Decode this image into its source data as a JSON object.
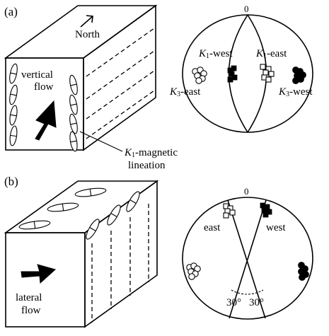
{
  "panel_a": {
    "label": "(a)",
    "north_label": "North",
    "flow_label_line1": "vertical",
    "flow_label_line2": "flow",
    "lineation_label_line1": "K1-magnetic",
    "lineation_label_line2": "lineation",
    "stereonet_top_label": "0",
    "k1_west": "K1-west",
    "k1_east": "K1-east",
    "k3_east": "K3-east",
    "k3_west": "K3-west"
  },
  "panel_b": {
    "label": "(b)",
    "flow_label_line1": "lateral",
    "flow_label_line2": "flow",
    "stereonet_top_label": "0",
    "east_label": "east",
    "west_label": "west",
    "angle_left": "30°",
    "angle_right": "30°"
  }
}
